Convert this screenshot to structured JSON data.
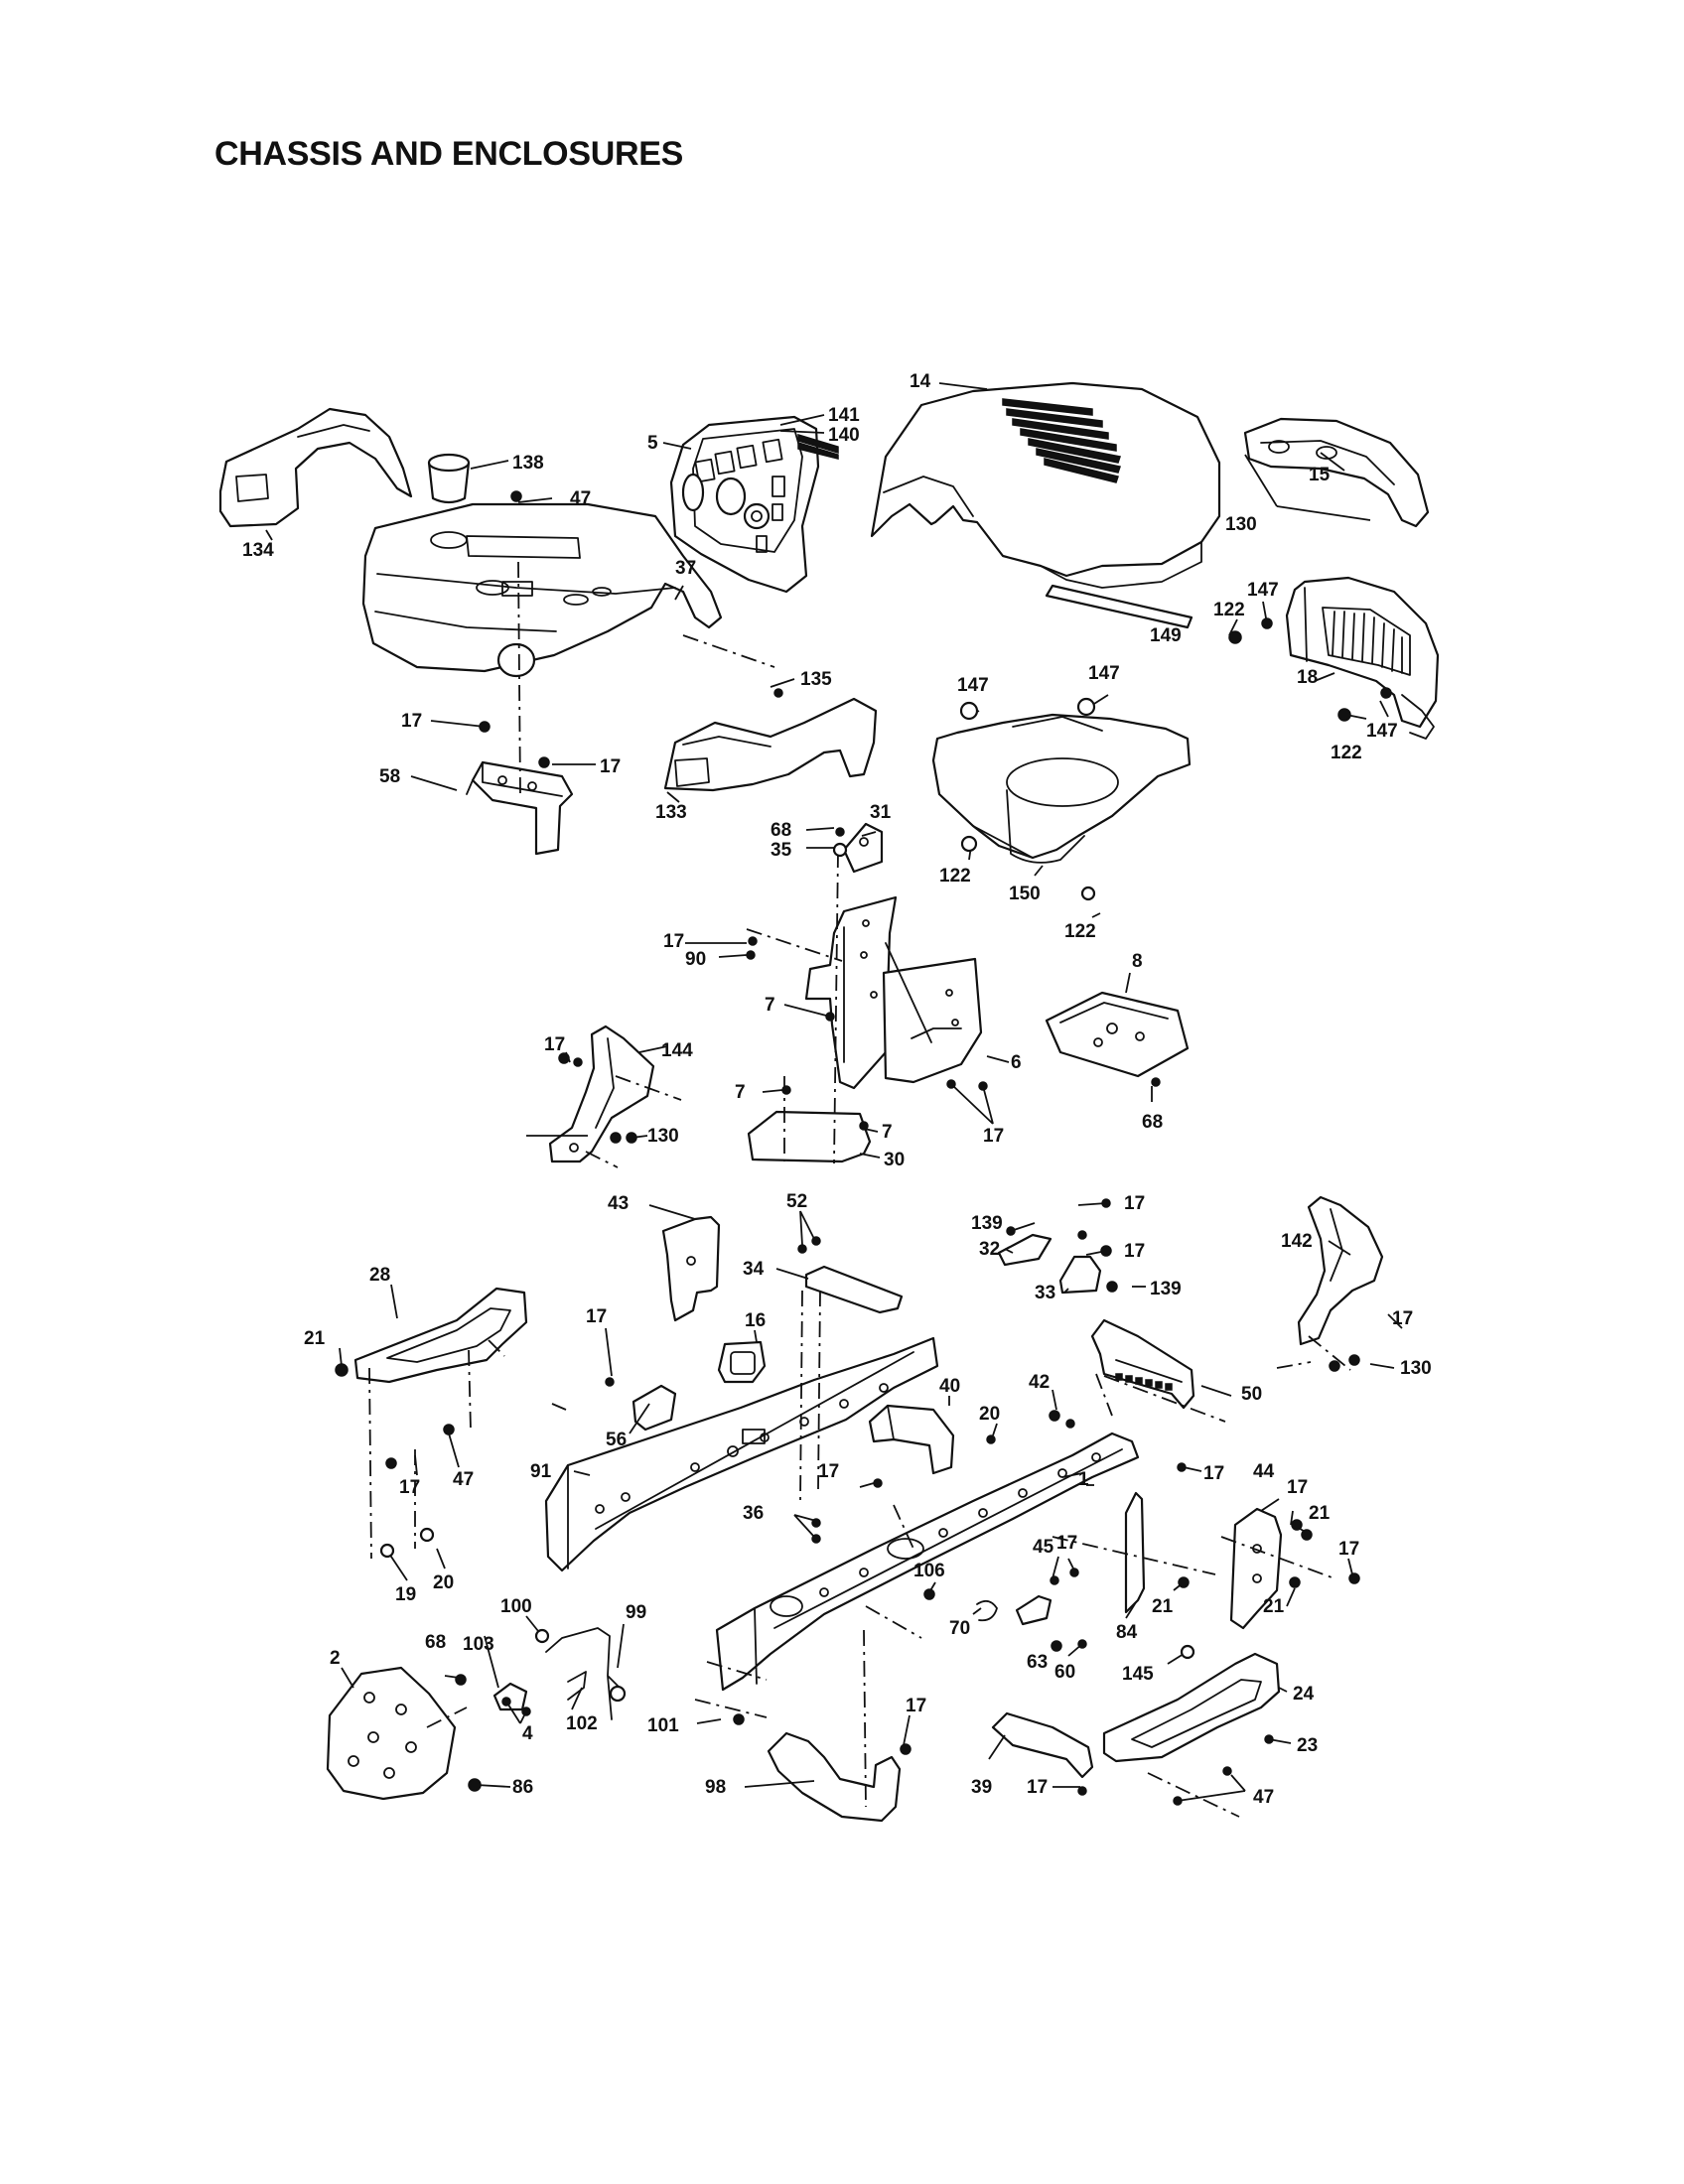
{
  "page": {
    "title": "CHASSIS AND ENCLOSURES"
  },
  "diagram": {
    "parts": [
      {
        "id": "p-fender-134",
        "name": "fender-panel-134"
      },
      {
        "id": "p-cup-138",
        "name": "cup-holder-138"
      },
      {
        "id": "p-dash-5",
        "name": "dash-panel-5"
      },
      {
        "id": "p-hood-14",
        "name": "hood-14"
      },
      {
        "id": "p-grille-15",
        "name": "grille-15"
      },
      {
        "id": "p-grille-18",
        "name": "grille-18"
      },
      {
        "id": "p-strip-149",
        "name": "strip-149"
      },
      {
        "id": "p-fender-37",
        "name": "fender-37"
      },
      {
        "id": "p-fender-133",
        "name": "fender-panel-133"
      },
      {
        "id": "p-tower-150",
        "name": "hood-support-150"
      },
      {
        "id": "p-bracket-58",
        "name": "bracket-58"
      },
      {
        "id": "p-bracket-31",
        "name": "bracket-31"
      },
      {
        "id": "p-panel-6",
        "name": "panel-6"
      },
      {
        "id": "p-plate-8",
        "name": "plate-8"
      },
      {
        "id": "p-plate-30",
        "name": "plate-30"
      },
      {
        "id": "p-bracket-144",
        "name": "bracket-144"
      },
      {
        "id": "p-bracket-43",
        "name": "bracket-43"
      },
      {
        "id": "p-bar-34",
        "name": "bar-34"
      },
      {
        "id": "p-bracket-32",
        "name": "bracket-32"
      },
      {
        "id": "p-bracket-33",
        "name": "bracket-33"
      },
      {
        "id": "p-bracket-142",
        "name": "bracket-142"
      },
      {
        "id": "p-footrest-28",
        "name": "footrest-28"
      },
      {
        "id": "p-grommet-16",
        "name": "grommet-16"
      },
      {
        "id": "p-bracket-40",
        "name": "bracket-40"
      },
      {
        "id": "p-bracket-50",
        "name": "bracket-50"
      },
      {
        "id": "p-frame-91",
        "name": "frame-rail-91"
      },
      {
        "id": "p-frame-1",
        "name": "frame-rail-1"
      },
      {
        "id": "p-bracket-44",
        "name": "bracket-44"
      },
      {
        "id": "p-bracket-84",
        "name": "bracket-84"
      },
      {
        "id": "p-footrest-24",
        "name": "footrest-24"
      },
      {
        "id": "p-plate-2",
        "name": "plate-2"
      },
      {
        "id": "p-bracket-103",
        "name": "bracket-103"
      },
      {
        "id": "p-rod-99",
        "name": "rod-99"
      },
      {
        "id": "p-guard-98",
        "name": "guard-98"
      },
      {
        "id": "p-bracket-39",
        "name": "bracket-39"
      },
      {
        "id": "p-spring-70",
        "name": "spring-70"
      },
      {
        "id": "p-bracket-45",
        "name": "bracket-45"
      },
      {
        "id": "p-bracket-56",
        "name": "bracket-56"
      },
      {
        "id": "p-clip-102",
        "name": "clip-102"
      }
    ],
    "callouts": [
      {
        "id": "c0",
        "text": "14"
      },
      {
        "id": "c1",
        "text": "141"
      },
      {
        "id": "c2",
        "text": "140"
      },
      {
        "id": "c3",
        "text": "5"
      },
      {
        "id": "c4",
        "text": "138"
      },
      {
        "id": "c5",
        "text": "47"
      },
      {
        "id": "c6",
        "text": "134"
      },
      {
        "id": "c7",
        "text": "37"
      },
      {
        "id": "c8",
        "text": "15"
      },
      {
        "id": "c9",
        "text": "130"
      },
      {
        "id": "c10",
        "text": "147"
      },
      {
        "id": "c11",
        "text": "122"
      },
      {
        "id": "c12",
        "text": "149"
      },
      {
        "id": "c13",
        "text": "18"
      },
      {
        "id": "c14",
        "text": "147"
      },
      {
        "id": "c15",
        "text": "122"
      },
      {
        "id": "c16",
        "text": "135"
      },
      {
        "id": "c17",
        "text": "147"
      },
      {
        "id": "c18",
        "text": "147"
      },
      {
        "id": "c19",
        "text": "17"
      },
      {
        "id": "c20",
        "text": "17"
      },
      {
        "id": "c21",
        "text": "58"
      },
      {
        "id": "c22",
        "text": "133"
      },
      {
        "id": "c23",
        "text": "31"
      },
      {
        "id": "c24",
        "text": "68"
      },
      {
        "id": "c25",
        "text": "35"
      },
      {
        "id": "c26",
        "text": "122"
      },
      {
        "id": "c27",
        "text": "150"
      },
      {
        "id": "c28",
        "text": "122"
      },
      {
        "id": "c29",
        "text": "17"
      },
      {
        "id": "c30",
        "text": "90"
      },
      {
        "id": "c31",
        "text": "8"
      },
      {
        "id": "c32",
        "text": "7"
      },
      {
        "id": "c33",
        "text": "17"
      },
      {
        "id": "c34",
        "text": "144"
      },
      {
        "id": "c35",
        "text": "6"
      },
      {
        "id": "c36",
        "text": "7"
      },
      {
        "id": "c37",
        "text": "68"
      },
      {
        "id": "c38",
        "text": "7"
      },
      {
        "id": "c39",
        "text": "17"
      },
      {
        "id": "c40",
        "text": "130"
      },
      {
        "id": "c41",
        "text": "30"
      },
      {
        "id": "c42",
        "text": "43"
      },
      {
        "id": "c43",
        "text": "52"
      },
      {
        "id": "c44",
        "text": "139"
      },
      {
        "id": "c45",
        "text": "17"
      },
      {
        "id": "c46",
        "text": "32"
      },
      {
        "id": "c47",
        "text": "17"
      },
      {
        "id": "c48",
        "text": "142"
      },
      {
        "id": "c49",
        "text": "34"
      },
      {
        "id": "c50",
        "text": "33"
      },
      {
        "id": "c51",
        "text": "139"
      },
      {
        "id": "c52",
        "text": "28"
      },
      {
        "id": "c53",
        "text": "16"
      },
      {
        "id": "c54",
        "text": "21"
      },
      {
        "id": "c55",
        "text": "17"
      },
      {
        "id": "c56",
        "text": "17"
      },
      {
        "id": "c57",
        "text": "130"
      },
      {
        "id": "c58",
        "text": "40"
      },
      {
        "id": "c59",
        "text": "42"
      },
      {
        "id": "c60",
        "text": "50"
      },
      {
        "id": "c61",
        "text": "56"
      },
      {
        "id": "c62",
        "text": "20"
      },
      {
        "id": "c63",
        "text": "47"
      },
      {
        "id": "c64",
        "text": "17"
      },
      {
        "id": "c65",
        "text": "91"
      },
      {
        "id": "c66",
        "text": "17"
      },
      {
        "id": "c67",
        "text": "1"
      },
      {
        "id": "c68",
        "text": "44"
      },
      {
        "id": "c69",
        "text": "17"
      },
      {
        "id": "c70",
        "text": "17"
      },
      {
        "id": "c71",
        "text": "36"
      },
      {
        "id": "c72",
        "text": "21"
      },
      {
        "id": "c73",
        "text": "17"
      },
      {
        "id": "c74",
        "text": "45"
      },
      {
        "id": "c75",
        "text": "17"
      },
      {
        "id": "c76",
        "text": "20"
      },
      {
        "id": "c77",
        "text": "19"
      },
      {
        "id": "c78",
        "text": "106"
      },
      {
        "id": "c79",
        "text": "21"
      },
      {
        "id": "c80",
        "text": "21"
      },
      {
        "id": "c81",
        "text": "100"
      },
      {
        "id": "c82",
        "text": "99"
      },
      {
        "id": "c83",
        "text": "70"
      },
      {
        "id": "c84",
        "text": "68"
      },
      {
        "id": "c85",
        "text": "103"
      },
      {
        "id": "c86",
        "text": "84"
      },
      {
        "id": "c87",
        "text": "145"
      },
      {
        "id": "c88",
        "text": "63"
      },
      {
        "id": "c89",
        "text": "60"
      },
      {
        "id": "c90",
        "text": "2"
      },
      {
        "id": "c91",
        "text": "24"
      },
      {
        "id": "c92",
        "text": "4"
      },
      {
        "id": "c93",
        "text": "102"
      },
      {
        "id": "c94",
        "text": "17"
      },
      {
        "id": "c95",
        "text": "101"
      },
      {
        "id": "c96",
        "text": "23"
      },
      {
        "id": "c97",
        "text": "86"
      },
      {
        "id": "c98",
        "text": "98"
      },
      {
        "id": "c99",
        "text": "39"
      },
      {
        "id": "c100",
        "text": "17"
      },
      {
        "id": "c101",
        "text": "47"
      }
    ]
  }
}
